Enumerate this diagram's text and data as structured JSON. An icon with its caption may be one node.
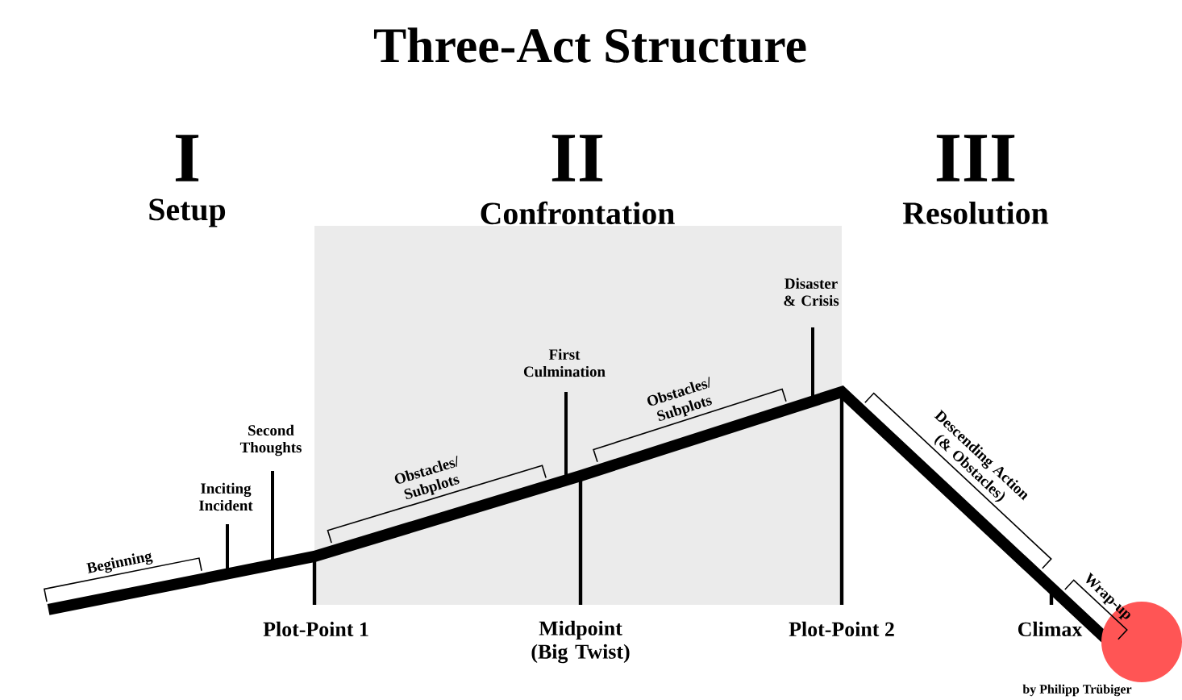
{
  "diagram": {
    "title": "Three-Act Structure",
    "labels": [
      "I",
      "Setup",
      "II",
      "Confrontation",
      "III",
      "Resolution",
      "Disaster & Crisis",
      "First Culmination",
      "Second Thoughts",
      "Inciting Incident",
      "Obstacles/ Subplots",
      "Obstacles/ Subplots",
      "Descending Action (& Obstacles)",
      "Beginning",
      "Wrap-up",
      "Plot-Point 1",
      "Midpoint (Big Twist)",
      "Plot-Point 2",
      "Climax",
      "by Philipp Trübiger"
    ]
  }
}
